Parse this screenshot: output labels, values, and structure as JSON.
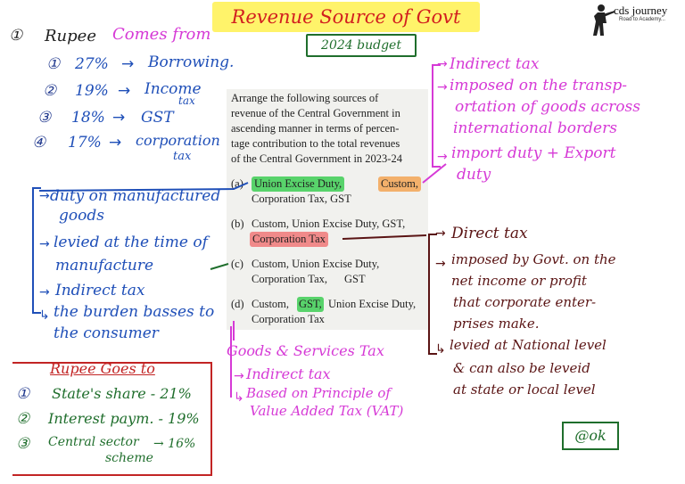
{
  "title": "Revenue Source of Govt",
  "budget_tag": "2024 budget",
  "logo": {
    "name": "cds journey",
    "tagline": "Road to Academy..."
  },
  "rupee_comes": {
    "bullet": "①",
    "heading": "Rupee",
    "heading_b": "Comes from",
    "items": [
      {
        "num": "①",
        "pct": "27%",
        "arrow": "→",
        "label": "Borrowing."
      },
      {
        "num": "②",
        "pct": "19%",
        "arrow": "→",
        "label": "Income",
        "label2": "tax"
      },
      {
        "num": "③",
        "pct": "18%",
        "arrow": "→",
        "label": "GST"
      },
      {
        "num": "④",
        "pct": "17%",
        "arrow": "→",
        "label": "corporation",
        "label2": "tax"
      }
    ]
  },
  "question": {
    "lines": [
      "Arrange the following sources of",
      "revenue of the Central Government in",
      "ascending manner in terms of percen-",
      "tage contribution to the total revenues",
      "of the Central Government in 2023-24"
    ],
    "options": [
      {
        "label": "(a)",
        "line1_a": "Union Excise Duty,",
        "line1_b": "Custom,",
        "line2": "Corporation Tax, GST"
      },
      {
        "label": "(b)",
        "line1": "Custom, Union Excise Duty, GST,",
        "line2": "Corporation Tax"
      },
      {
        "label": "(c)",
        "line1": "Custom, Union Excise Duty,",
        "line2_a": "Corporation Tax,",
        "line2_b": "GST"
      },
      {
        "label": "(d)",
        "line1_a": "Custom,",
        "line1_b": "GST,",
        "line1_c": "Union Excise Duty,",
        "line2": "Corporation Tax"
      }
    ]
  },
  "excise_notes": [
    "duty on manufactured",
    "goods",
    "levied at the time of",
    "manufacture",
    "Indirect tax",
    "the burden basses to",
    "the consumer"
  ],
  "custom_notes": [
    "Indirect tax",
    "imposed on the transp-",
    "ortation of goods across",
    "international borders",
    "import duty + Export",
    "duty"
  ],
  "corp_notes": [
    "Direct tax",
    "imposed by Govt. on the",
    "net income or profit",
    "that corporate enter-",
    "prises make.",
    "levied at National level",
    "& can also be leveid",
    "at state or local level"
  ],
  "gst_notes": [
    "Goods & Services Tax",
    "Indirect tax",
    "Based on Principle of",
    "Value Added Tax (VAT)"
  ],
  "rupee_goes": {
    "heading": "Rupee Goes to",
    "items": [
      {
        "num": "①",
        "label": "State's share - 21%"
      },
      {
        "num": "②",
        "label": "Interest paym. - 19%"
      },
      {
        "num": "③",
        "label": "Central sector",
        "label2": "scheme",
        "pct": "→ 16%"
      }
    ]
  },
  "answer": "@ok"
}
